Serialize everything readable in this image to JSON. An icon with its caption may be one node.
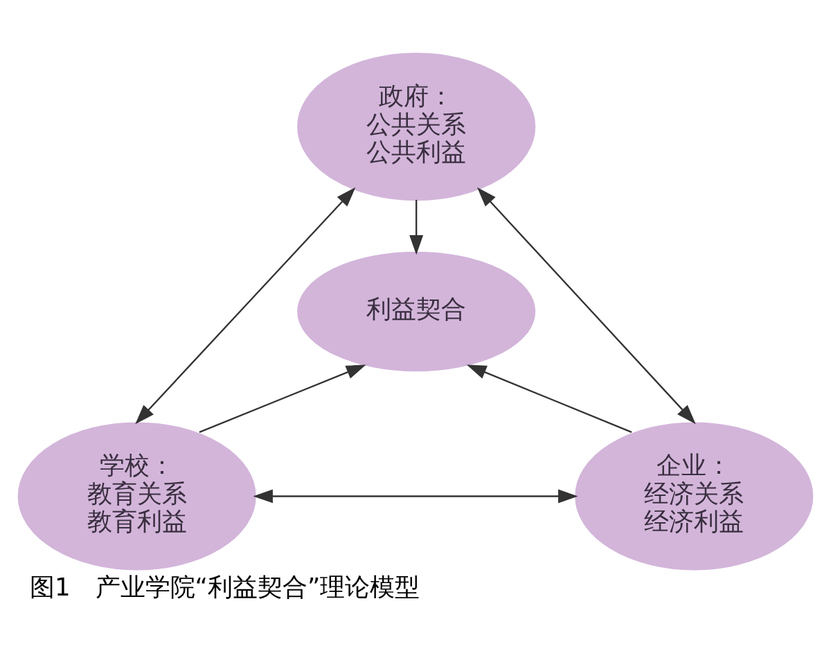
{
  "diagram": {
    "caption": "图1　产业学院“利益契合”理论模型",
    "nodes": [
      {
        "text": [
          "政府：",
          "公共关系",
          "公共利益"
        ]
      },
      {
        "text": [
          "利益契合"
        ]
      },
      {
        "text": [
          "学校：",
          "教育关系",
          "教育利益"
        ]
      },
      {
        "text": [
          "企业：",
          "经济关系",
          "经济利益"
        ]
      }
    ],
    "edges": [
      {
        "from": 0,
        "to": 1,
        "arrow": "to"
      },
      {
        "from": 0,
        "to": 2,
        "arrow": "both"
      },
      {
        "from": 0,
        "to": 3,
        "arrow": "both"
      },
      {
        "from": 2,
        "to": 1,
        "arrow": "to"
      },
      {
        "from": 3,
        "to": 1,
        "arrow": "to"
      },
      {
        "from": 2,
        "to": 3,
        "arrow": "both"
      }
    ]
  }
}
